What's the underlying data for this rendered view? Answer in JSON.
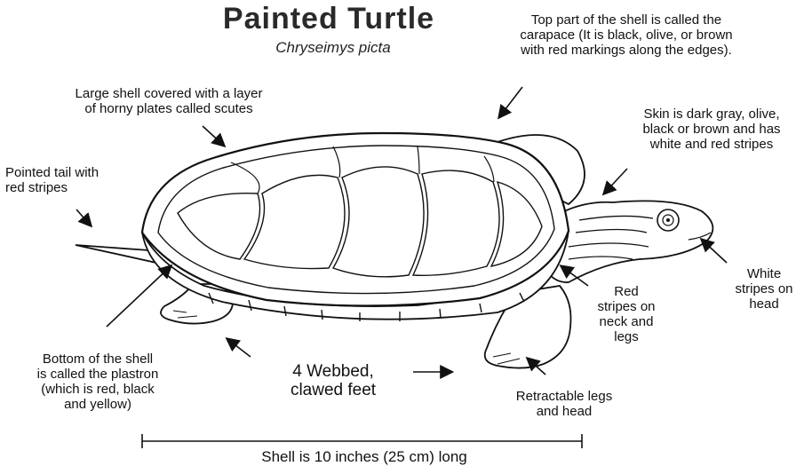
{
  "title": "Painted Turtle",
  "subtitle": "Chryseimys picta",
  "labels": {
    "carapace": "Top part of the shell is called the\ncarapace (It is black, olive, or brown\nwith red markings along the edges).",
    "scutes": "Large shell covered with a layer\nof horny plates called scutes",
    "skin": "Skin is dark gray, olive,\nblack or brown and has\nwhite and red stripes",
    "tail": "Pointed tail with\nred stripes",
    "white_stripes": "White\nstripes on\nhead",
    "red_stripes": "Red\nstripes on\nneck and\nlegs",
    "plastron": "Bottom of the shell\nis called the plastron\n(which is red, black\nand yellow)",
    "feet": "4 Webbed,\nclawed feet",
    "retractable": "Retractable legs\nand head",
    "length": "Shell is 10 inches (25 cm) long"
  }
}
